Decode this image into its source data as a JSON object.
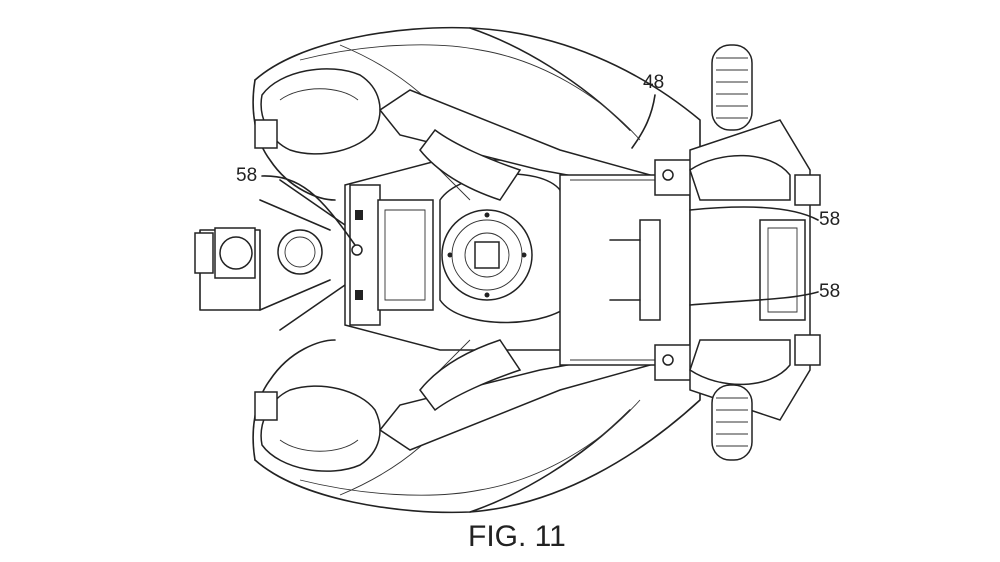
{
  "figure": {
    "caption": "FIG. 11",
    "subject": "top view of three-wheeled vehicle frame and body",
    "reference_numerals": [
      {
        "id": "label-48",
        "text": "48"
      },
      {
        "id": "label-58-left",
        "text": "58"
      },
      {
        "id": "label-58-right-upper",
        "text": "58"
      },
      {
        "id": "label-58-right-lower",
        "text": "58"
      }
    ]
  }
}
